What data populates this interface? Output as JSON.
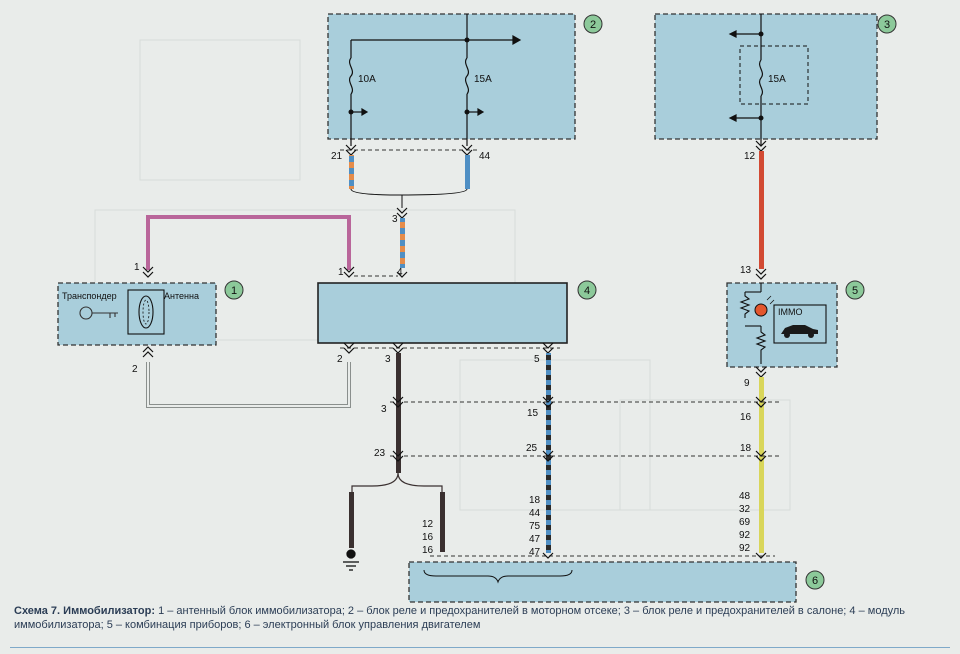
{
  "blocks": [
    {
      "number": "1"
    },
    {
      "number": "2"
    },
    {
      "number": "3"
    },
    {
      "number": "4"
    },
    {
      "number": "5"
    },
    {
      "number": "6"
    }
  ],
  "labels": {
    "transponder": "Транспондер",
    "antenna": "Антенна",
    "immo": "IMMO"
  },
  "fuses": {
    "block2_left": "10A",
    "block2_right": "15A",
    "block3": "15A"
  },
  "pins": {
    "b2_left": "21",
    "b2_right": "44",
    "b3_out": "12",
    "b3_conn": "3",
    "b1_top": "1",
    "b1_bottom": "2",
    "b4_top_left": "1",
    "b4_top_right": "4",
    "b4_bot_2": "2",
    "b4_bot_3": "3",
    "b4_bot_5": "5",
    "conn_a_left": "3",
    "conn_a_mid": "15",
    "conn_a_right": "16",
    "conn_b_left": "23",
    "conn_b_mid": "25",
    "conn_b_right": "18",
    "b5_top": "13",
    "b5_bottom": "9",
    "ecu_ground_pins": [
      "12",
      "16",
      "16"
    ],
    "ecu_mid_pins": [
      "18",
      "44",
      "75",
      "47",
      "47"
    ],
    "ecu_right_pins": [
      "48",
      "32",
      "69",
      "92",
      "92"
    ]
  },
  "caption": {
    "title": "Схема 7. Иммобилизатор:",
    "text": " 1 – антенный блок иммобилизатора; 2 – блок реле и предохранителей в моторном отсеке; 3 – блок реле и предохранителей в салоне; 4 – модуль иммобилизатора; 5 – комбинация приборов; 6 – электронный блок управления двигателем"
  },
  "colors": {
    "block_fill": "#a9cedb",
    "wire_violet": "#b9669a",
    "wire_red": "#d24a33",
    "wire_yellow": "#d9d65a",
    "wire_blue": "#4f8fc4",
    "wire_orange": "#e58c4a",
    "wire_black": "#3a3030",
    "number_circle": "#8cc99a"
  }
}
